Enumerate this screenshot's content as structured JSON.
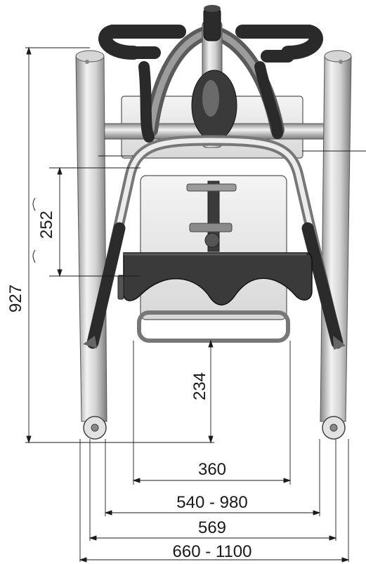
{
  "dimensions": {
    "height_total": "927",
    "seat_height_ref": "252",
    "seat_to_floor": "234",
    "seat_width": "360",
    "inner_width_range": "540 - 980",
    "frame_width": "569",
    "outer_width_range": "660 - 1100"
  },
  "colors": {
    "steel_light": "#e9e9e9",
    "steel_mid": "#bdbdbd",
    "steel_dark": "#6f6f6f",
    "grip_dark": "#2b2b2b",
    "seat_dark": "#3a3a3a",
    "line": "#1a1a1a"
  }
}
